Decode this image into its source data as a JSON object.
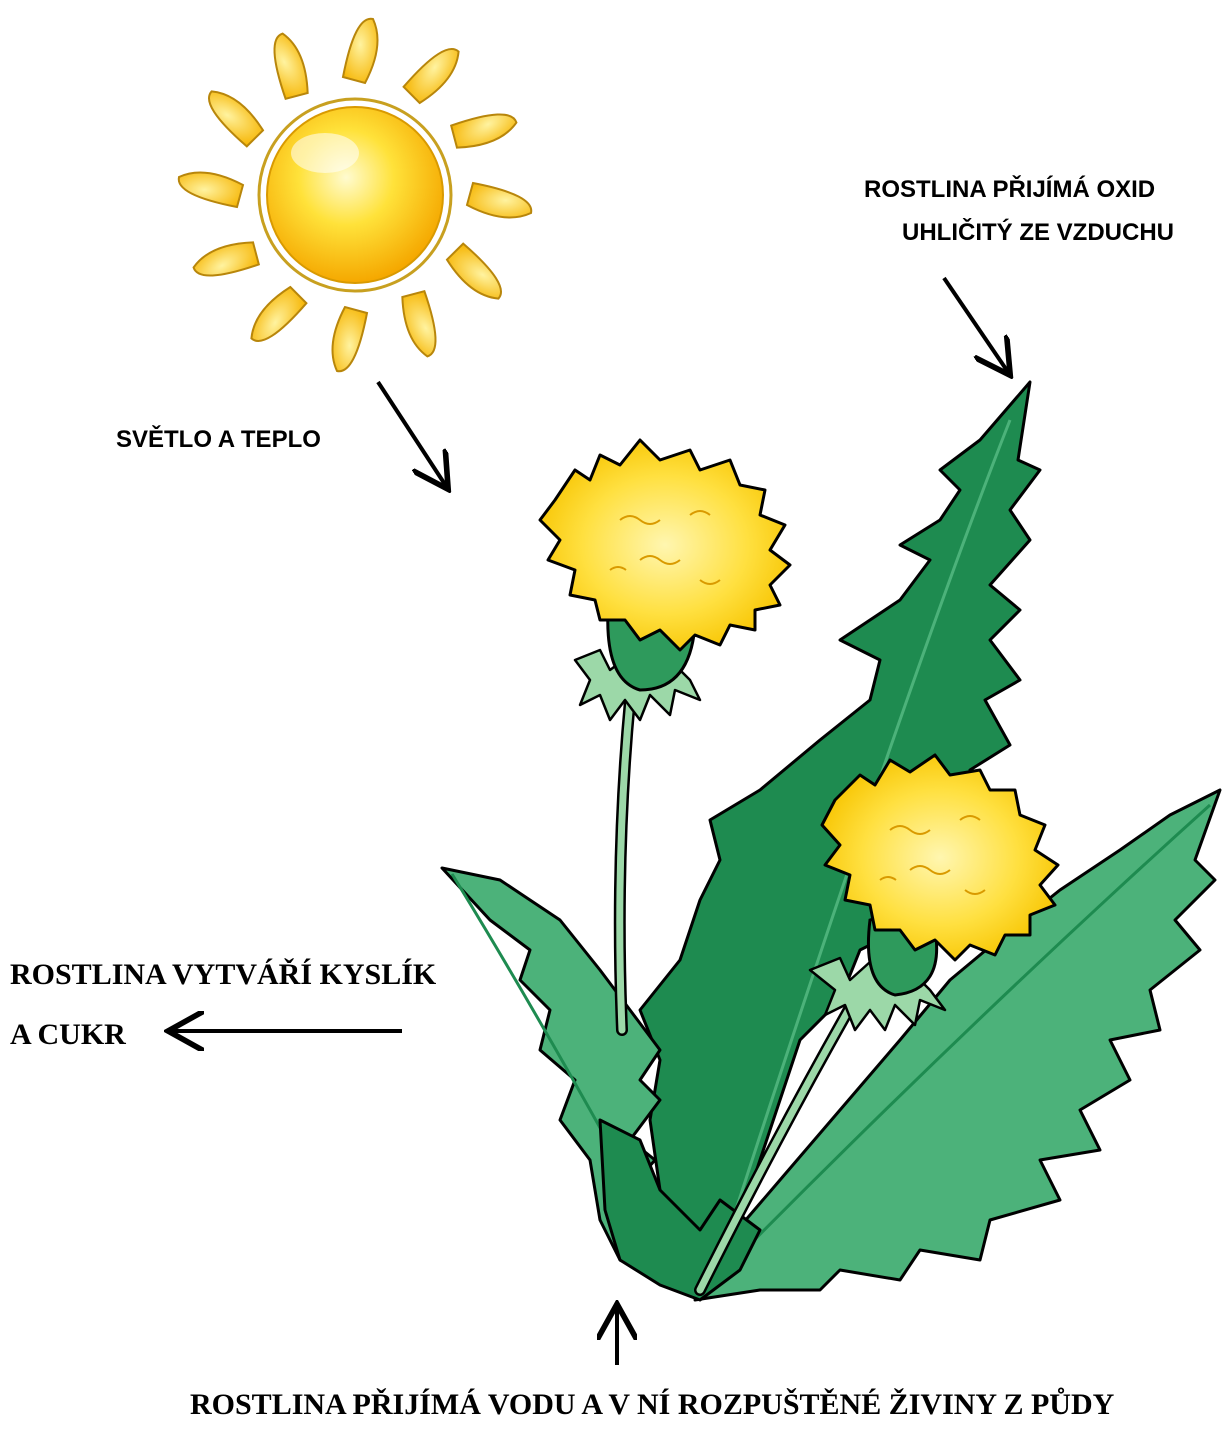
{
  "labels": {
    "light": "SVĚTLO A TEPLO",
    "co2_line1": "ROSTLINA PŘIJÍMÁ OXID",
    "co2_line2": "UHLIČITÝ ZE VZDUCHU",
    "oxygen_line1": "ROSTLINA VYTVÁŘÍ KYSLÍK",
    "oxygen_line2": "A CUKR",
    "water": "ROSTLINA PŘIJÍMÁ VODU A V NÍ ROZPUŠTĚNÉ ŽIVINY Z PŮDY"
  },
  "colors": {
    "sun": "#FFD21F",
    "sun_outline": "#B8860B",
    "leaf_dark": "#1E8B50",
    "leaf_light": "#4CB27A",
    "flower": "#FFD23A",
    "flower_center": "#FFF5A0",
    "sepal": "#9CD8A8",
    "text": "#000000"
  }
}
